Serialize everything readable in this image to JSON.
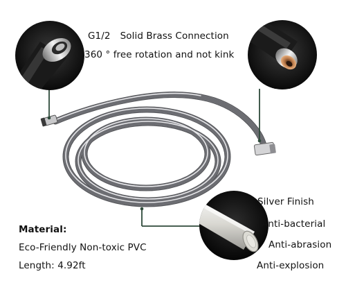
{
  "connection": {
    "thread": "G1/2",
    "title": "Solid Brass Connection",
    "rotation": "360 ° free rotation and not kink"
  },
  "features": {
    "finish": "Silver Finish",
    "bacterial": "Anti-bacterial",
    "abrasion": "Anti-abrasion",
    "explosion": "Anti-explosion"
  },
  "material": {
    "heading": "Material:",
    "value": "Eco-Friendly Non-toxic PVC",
    "length": "Length: 4.92ft"
  },
  "colors": {
    "hose": "#b9b9bb",
    "brass": "#c98a5a",
    "callout_line": "#2e4a3a"
  }
}
